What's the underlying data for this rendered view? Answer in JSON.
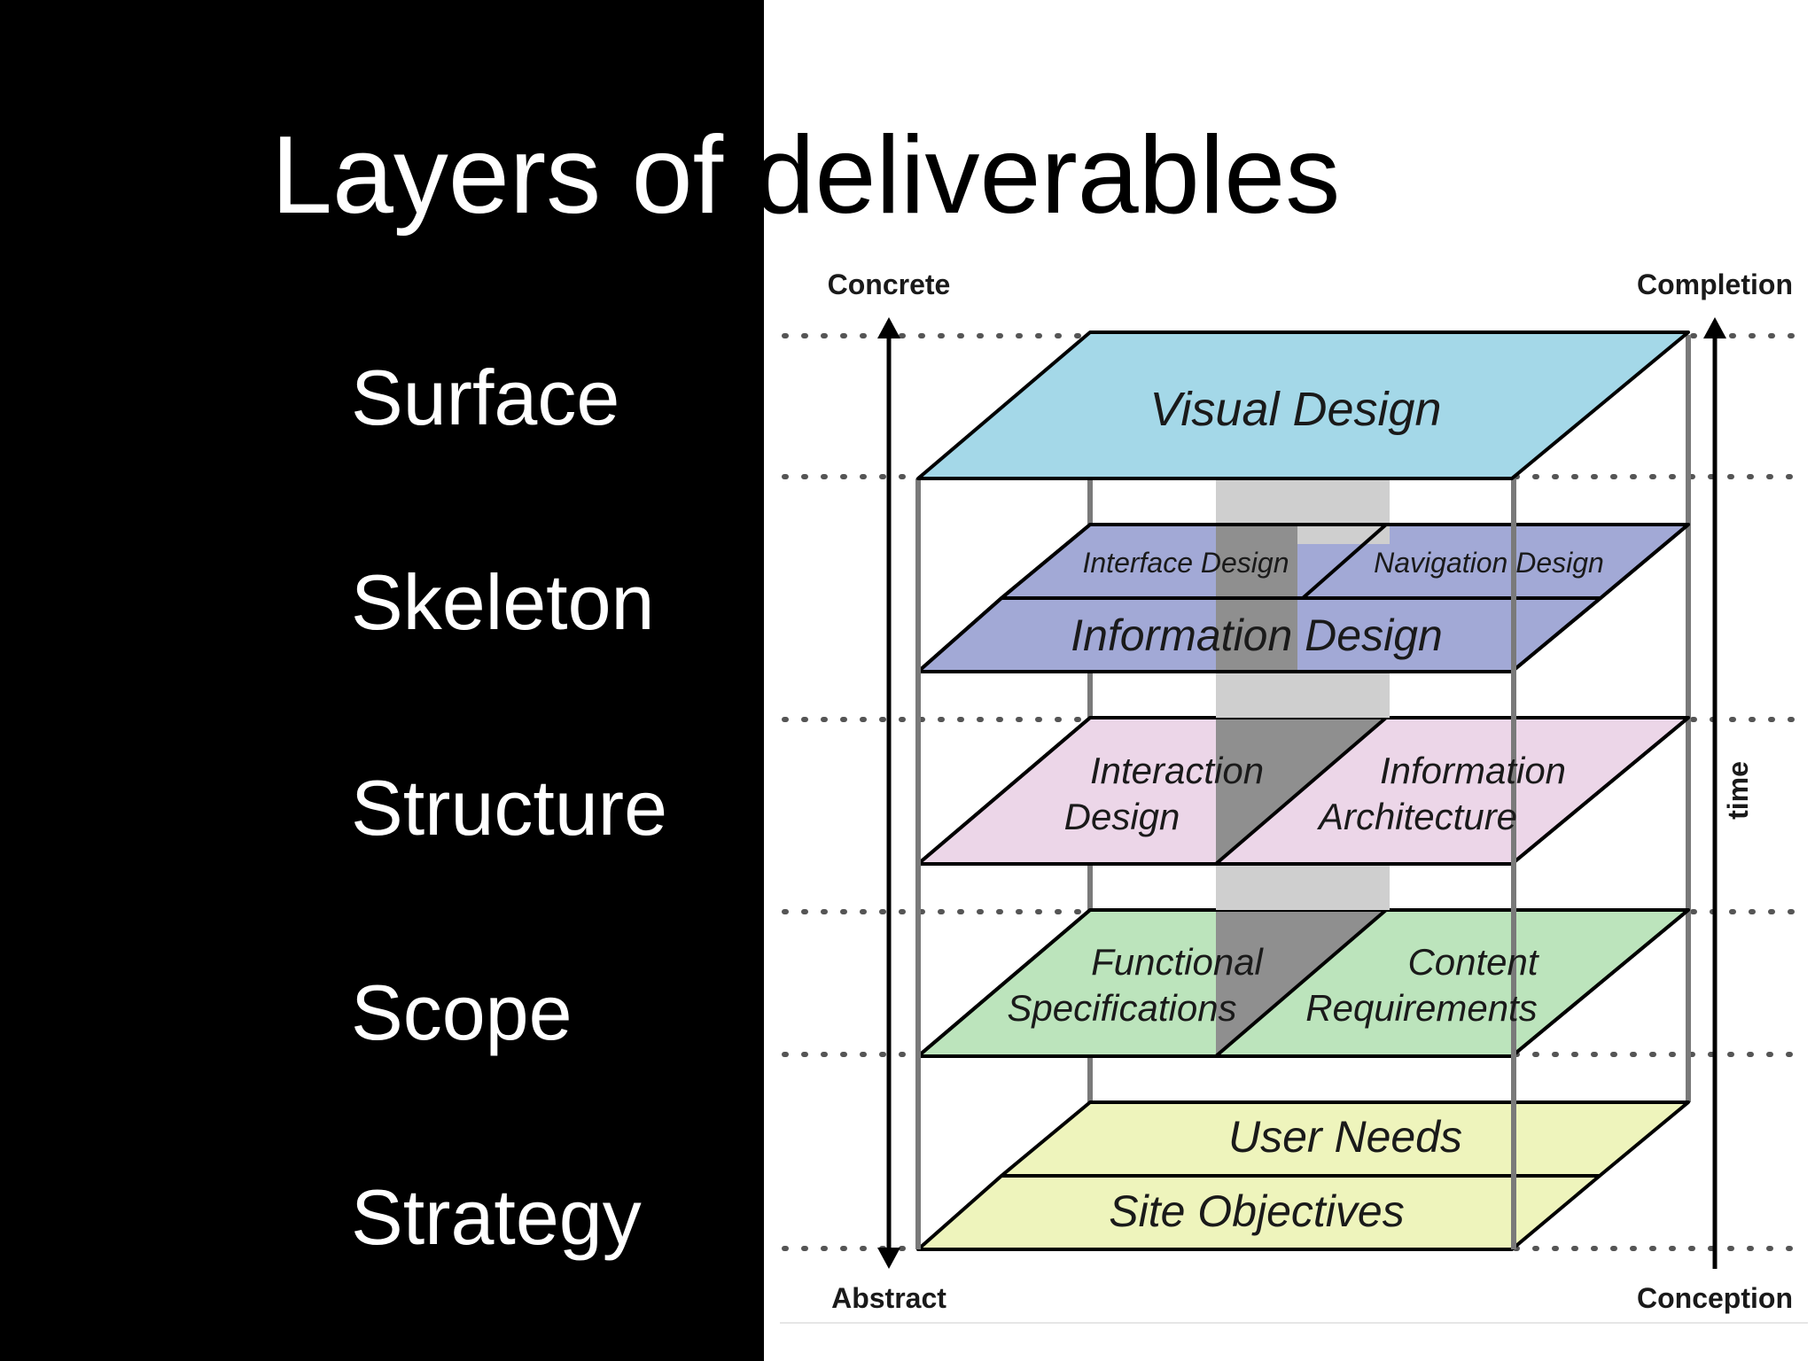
{
  "slide": {
    "title_part1": "Layers of ",
    "title_part2": "deliverables",
    "layers": [
      "Surface",
      "Skeleton",
      "Structure",
      "Scope",
      "Strategy"
    ]
  },
  "diagram": {
    "axis_left_top": "Concrete",
    "axis_left_bottom": "Abstract",
    "axis_right_top": "Completion",
    "axis_right_bottom": "Conception",
    "axis_time": "time",
    "planes": {
      "surface": {
        "label": "Visual Design",
        "color": "#a4d8e8"
      },
      "skeleton": {
        "color": "#a2a9d6",
        "back_left": "Interface Design",
        "back_right": "Navigation Design",
        "front": "Information Design"
      },
      "structure": {
        "color": "#ecd6e8",
        "left_line1": "Interaction",
        "left_line2": "Design",
        "right_line1": "Information",
        "right_line2": "Architecture"
      },
      "scope": {
        "color": "#bce4bc",
        "left_line1": "Functional",
        "left_line2": "Specifications",
        "right_line1": "Content",
        "right_line2": "Requirements"
      },
      "strategy": {
        "color": "#eef4bc",
        "back": "User Needs",
        "front": "Site Objectives"
      }
    }
  }
}
